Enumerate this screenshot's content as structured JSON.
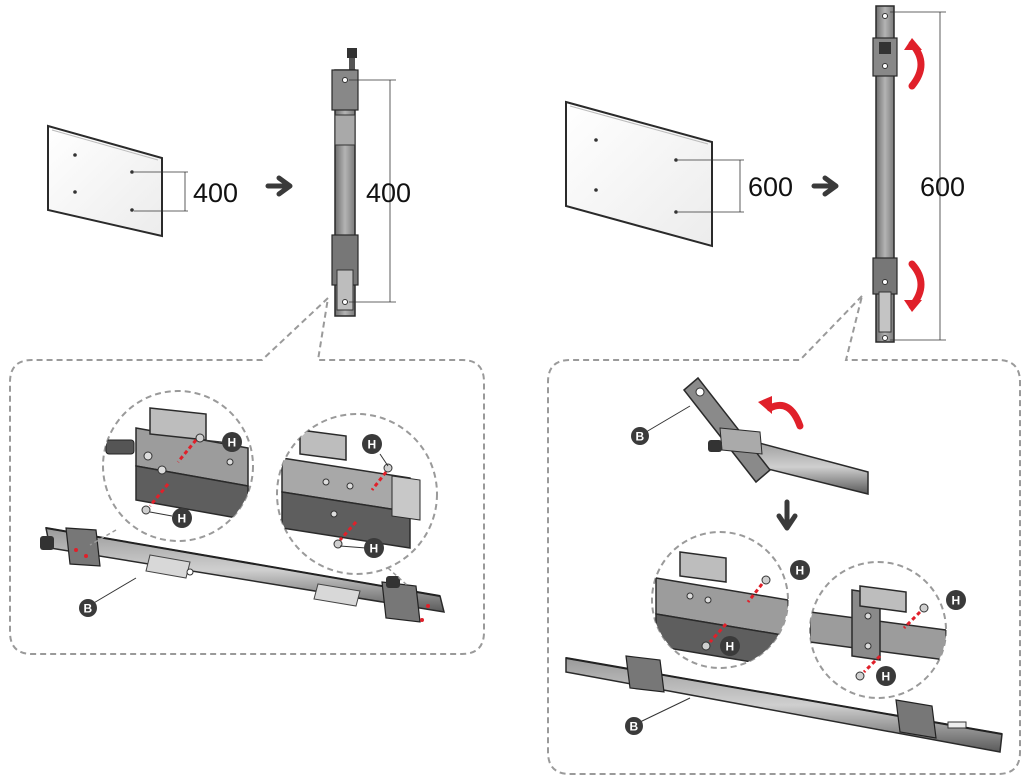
{
  "dimensions": {
    "left_vesa": "400",
    "left_bracket": "400",
    "right_vesa": "600",
    "right_bracket": "600"
  },
  "labels": {
    "bracket": "B",
    "hardware": "H"
  },
  "colors": {
    "outline": "#2a2a2a",
    "metal": "#8c8c8c",
    "metal_dark": "#4a4a4a",
    "accent_red": "#e0202a",
    "callout_dash": "#9a9a9a",
    "label_fill": "#3a3a3a"
  },
  "icons": {
    "arrow": "right-arrow-icon",
    "down_arrow": "down-arrow-icon",
    "rotate": "curved-rotate-arrow-icon"
  }
}
